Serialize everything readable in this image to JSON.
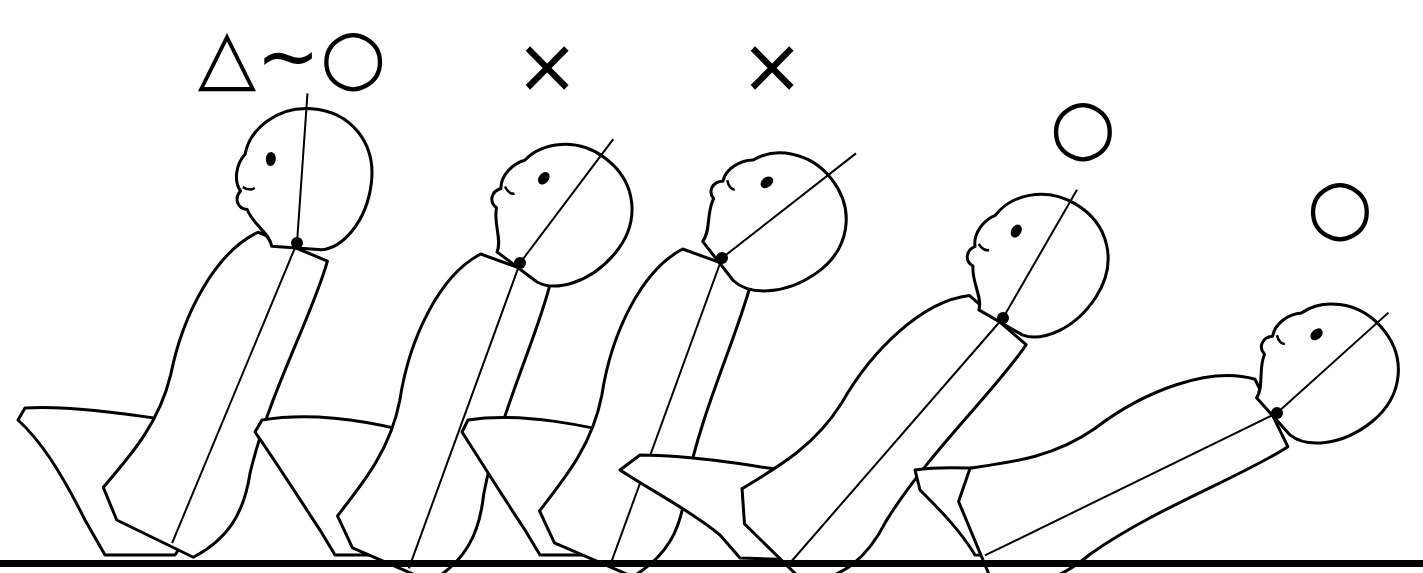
{
  "diagram": {
    "labels": [
      "△~○",
      "×",
      "×",
      "○",
      "○"
    ]
  }
}
